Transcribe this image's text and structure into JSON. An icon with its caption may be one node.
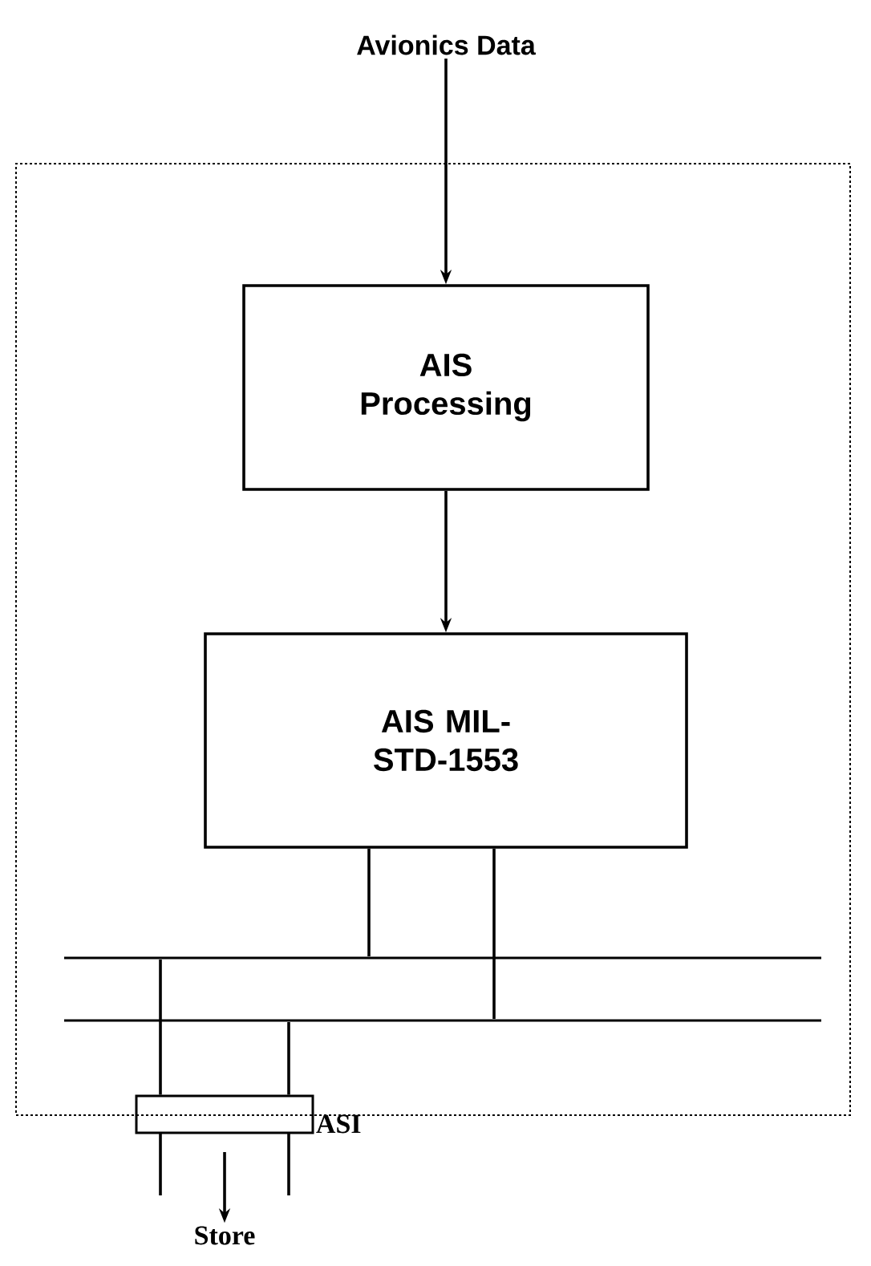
{
  "diagram": {
    "nodes": [
      {
        "text": [
          "Avionics Data"
        ]
      },
      {
        "text": [],
        "shape": "box"
      },
      {
        "text": [
          "AIS Processing"
        ],
        "in": 1
      },
      {
        "text": [
          "AIS MIL-STD-1553"
        ],
        "in": 1
      },
      {
        "text": [],
        "shape": "bar",
        "in": 1
      },
      {
        "text": [],
        "shape": "bar",
        "in": 1
      },
      {
        "text": [
          "ASI"
        ]
      },
      {
        "text": [
          "Store"
        ]
      }
    ],
    "edges": [
      {
        "from": 0,
        "to": 2,
        "arrow": "to"
      },
      {
        "from": 2,
        "to": 3,
        "arrow": "to"
      },
      {
        "from": 3,
        "to": 4,
        "arrow": "none"
      },
      {
        "from": 3,
        "to": 5,
        "arrow": "none"
      },
      {
        "from": 4,
        "to": 6,
        "arrow": "none"
      },
      {
        "from": 5,
        "to": 6,
        "arrow": "none"
      },
      {
        "from": 6,
        "to": 7,
        "arrow": "to"
      }
    ]
  }
}
